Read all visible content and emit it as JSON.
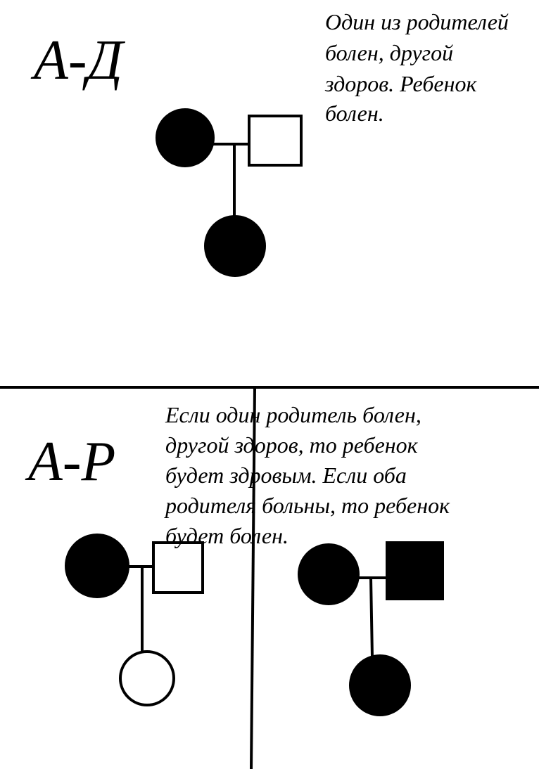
{
  "top_panel": {
    "title": "А-Д",
    "description_lines": [
      "Один из родителей",
      "болен, другой",
      "здоров. Ребенок",
      "болен."
    ],
    "pedigree": {
      "mother": {
        "shape": "circle",
        "affected": true
      },
      "father": {
        "shape": "square",
        "affected": false
      },
      "child": {
        "shape": "circle",
        "affected": true
      }
    }
  },
  "bottom_panel": {
    "title": "А-Р",
    "description_lines": [
      "Если один родитель болен,",
      "другой здоров, то ребенок",
      "будет здровым. Если оба",
      "родителя больны, то ребенок",
      "будет болен."
    ],
    "pedigree_left": {
      "mother": {
        "shape": "circle",
        "affected": true
      },
      "father": {
        "shape": "square",
        "affected": false
      },
      "child": {
        "shape": "circle",
        "affected": false
      }
    },
    "pedigree_right": {
      "mother": {
        "shape": "circle",
        "affected": true
      },
      "father": {
        "shape": "square",
        "affected": true
      },
      "child": {
        "shape": "circle",
        "affected": true
      }
    }
  },
  "colors": {
    "ink": "#000000",
    "background": "#ffffff"
  }
}
